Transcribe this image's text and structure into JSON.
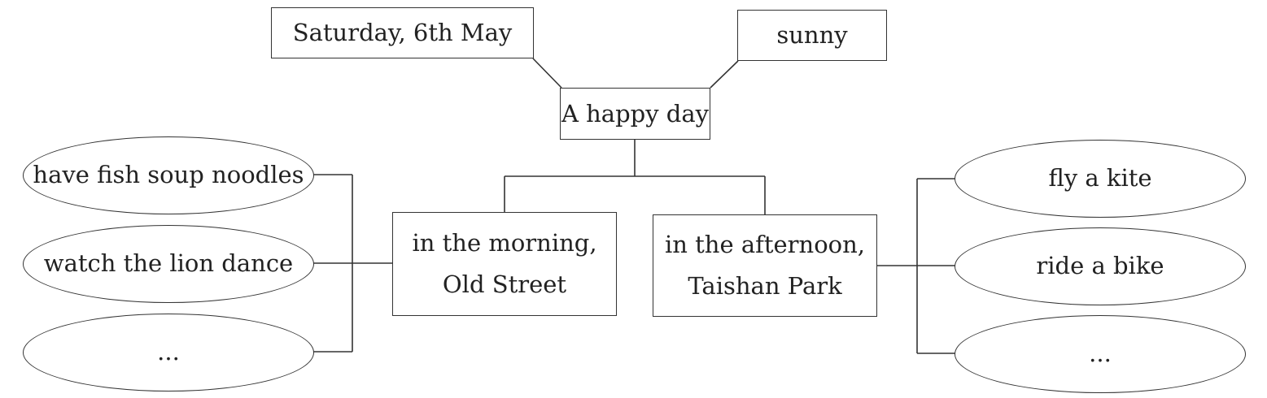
{
  "header": {
    "date": "Saturday, 6th May",
    "weather": "sunny"
  },
  "center": {
    "title": "A happy day"
  },
  "morning": {
    "line1": "in the morning,",
    "line2": "Old Street",
    "activities": [
      "have fish soup noodles",
      "watch the lion dance",
      "..."
    ]
  },
  "afternoon": {
    "line1": "in the afternoon,",
    "line2": "Taishan Park",
    "activities": [
      "fly a kite",
      "ride a bike",
      "..."
    ]
  }
}
